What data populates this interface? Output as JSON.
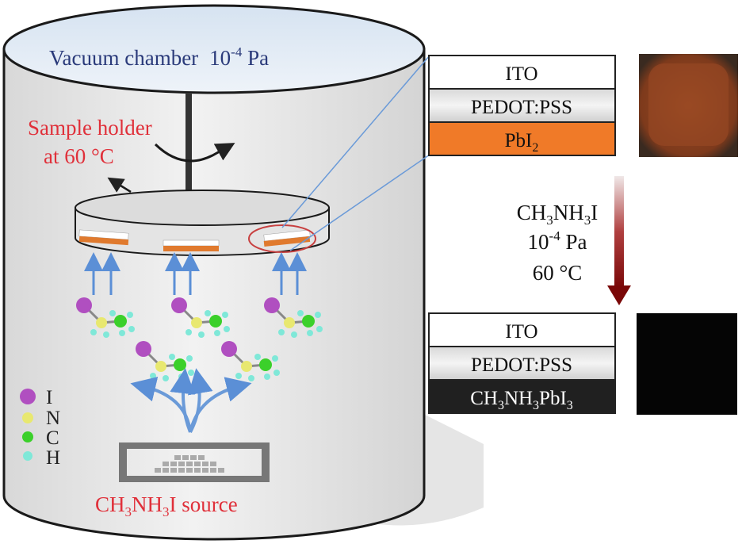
{
  "chamber": {
    "label": "Vacuum chamber",
    "pressure_base": "10",
    "pressure_exp": "-4",
    "pressure_unit": " Pa"
  },
  "holder": {
    "line1": "Sample holder",
    "line2": "at 60 °C"
  },
  "legend": {
    "items": [
      {
        "symbol": "I",
        "color": "#b04fc0"
      },
      {
        "symbol": "N",
        "color": "#e8e870"
      },
      {
        "symbol": "C",
        "color": "#3bd02a"
      },
      {
        "symbol": "H",
        "color": "#7fe8d8"
      }
    ]
  },
  "source": {
    "p1": "CH",
    "s1": "3",
    "p2": "NH",
    "s2": "3",
    "p3": "I source"
  },
  "stack_before": {
    "top": "ITO",
    "middle": "PEDOT:PSS",
    "bottom_main": "PbI",
    "bottom_sub": "2"
  },
  "stack_after": {
    "top": "ITO",
    "middle": "PEDOT:PSS",
    "p1": "CH",
    "s1": "3",
    "p2": "NH",
    "s2": "3",
    "p3": "PbI",
    "s3": "3"
  },
  "conditions": {
    "p1": "CH",
    "s1": "3",
    "p2": "NH",
    "s2": "3",
    "p3": "I",
    "pressure_base": "10",
    "pressure_exp": "-4",
    "pressure_unit": " Pa",
    "temperature": "60 °C"
  },
  "colors": {
    "chamber_fill": "#ececec",
    "lid_fill": "#dfe9f4",
    "pbi2_orange": "#f07a28",
    "perovskite_black": "#202020",
    "highlight_red": "#e0303a",
    "arrow_blue": "#5b8fd6",
    "gradient_arrow": "#8b1010"
  }
}
